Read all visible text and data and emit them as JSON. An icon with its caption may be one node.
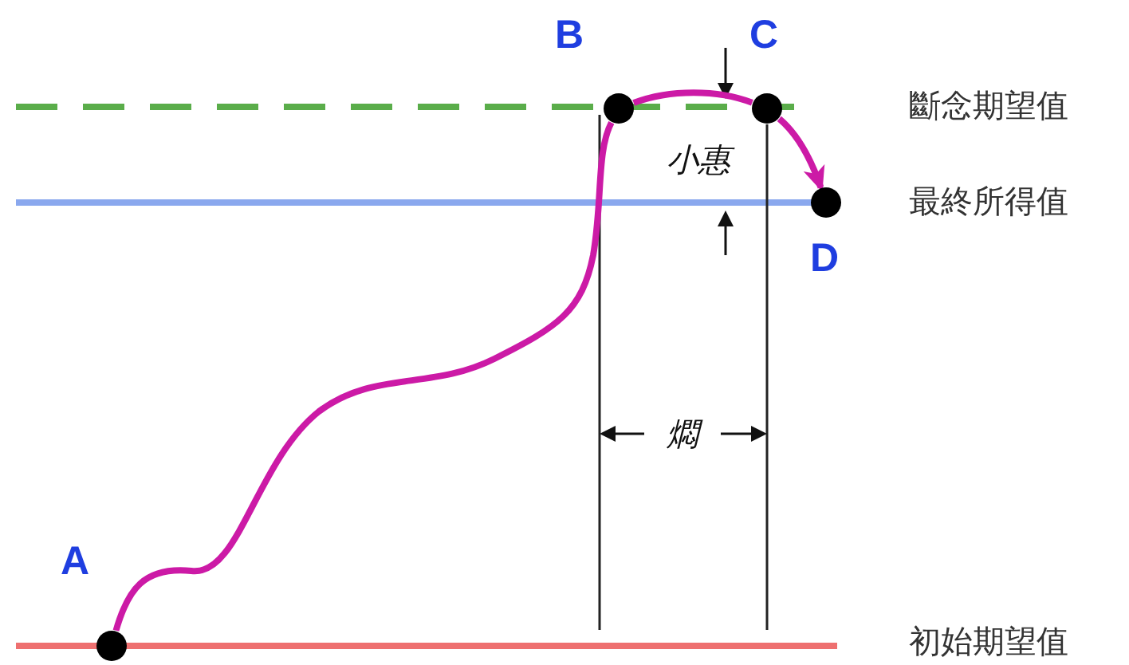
{
  "diagram": {
    "nodes": [
      {
        "text": [],
        "shape": "circle",
        "beside": [
          "A"
        ]
      },
      {
        "text": [],
        "shape": "circle",
        "beside": [
          "B"
        ]
      },
      {
        "text": [],
        "shape": "circle",
        "beside": [
          "C"
        ]
      },
      {
        "text": [],
        "shape": "circle",
        "beside": [
          "D"
        ]
      }
    ],
    "edges": [
      {
        "from": 0,
        "to": 1,
        "arrow": "none"
      },
      {
        "from": 1,
        "to": 2,
        "arrow": "none"
      },
      {
        "from": 2,
        "to": 3,
        "arrow": "to"
      }
    ],
    "labels": [
      "斷念期望值",
      "小惠",
      "最終所得值",
      "燜",
      "初始期望值"
    ]
  }
}
